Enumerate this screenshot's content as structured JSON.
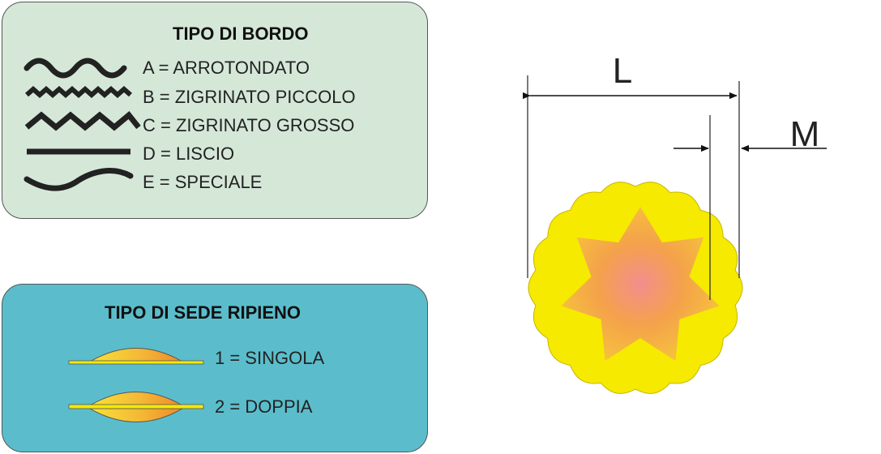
{
  "bordo_panel": {
    "title": "TIPO DI BORDO",
    "items": [
      {
        "symbol": "wave-icon",
        "label": "A = ARROTONDATO"
      },
      {
        "symbol": "small-zigzag-icon",
        "label": "B = ZIGRINATO PICCOLO"
      },
      {
        "symbol": "large-zigzag-icon",
        "label": "C = ZIGRINATO GROSSO"
      },
      {
        "symbol": "straight-line-icon",
        "label": "D = LISCIO"
      },
      {
        "symbol": "curve-icon",
        "label": "E = SPECIALE"
      }
    ]
  },
  "sede_panel": {
    "title": "TIPO DI SEDE RIPIENO",
    "items": [
      {
        "symbol": "single-pocket-icon",
        "label": "1 = SINGOLA"
      },
      {
        "symbol": "double-pocket-icon",
        "label": "2 = DOPPIA"
      }
    ]
  },
  "dimension_diagram": {
    "length_label": "L",
    "margin_label": "M"
  },
  "colors": {
    "bordo_panel_bg": "#d5e8d8",
    "sede_panel_bg": "#5bbdcc",
    "pasta_yellow": "#f5ea00",
    "star_orange": "#f6b23a",
    "star_center_pink": "#f28e8e"
  }
}
